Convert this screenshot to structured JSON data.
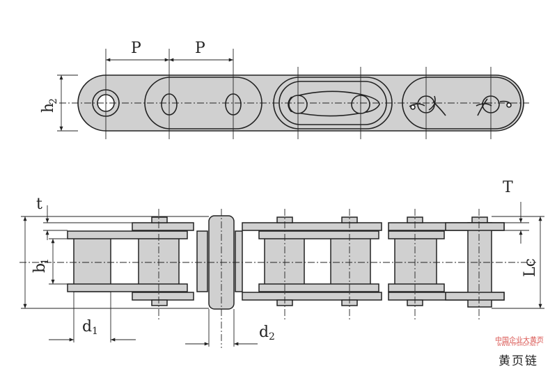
{
  "labels": {
    "pitch_1": "P",
    "pitch_2": "P",
    "h2": "h",
    "h2_sub": "2",
    "t": "t",
    "T": "T",
    "b1": "b",
    "b1_sub": "1",
    "Lc": "Lc",
    "d1": "d",
    "d1_sub": "1",
    "d2": "d",
    "d2_sub": "2"
  },
  "watermark": {
    "line1": "中国企业大黄页",
    "line2": "WWW.YPSHOP.NET",
    "line3": "黄页链"
  },
  "colors": {
    "fill": "#d0d0d0",
    "stroke": "#222222",
    "watermark_red": "#d9534f"
  }
}
